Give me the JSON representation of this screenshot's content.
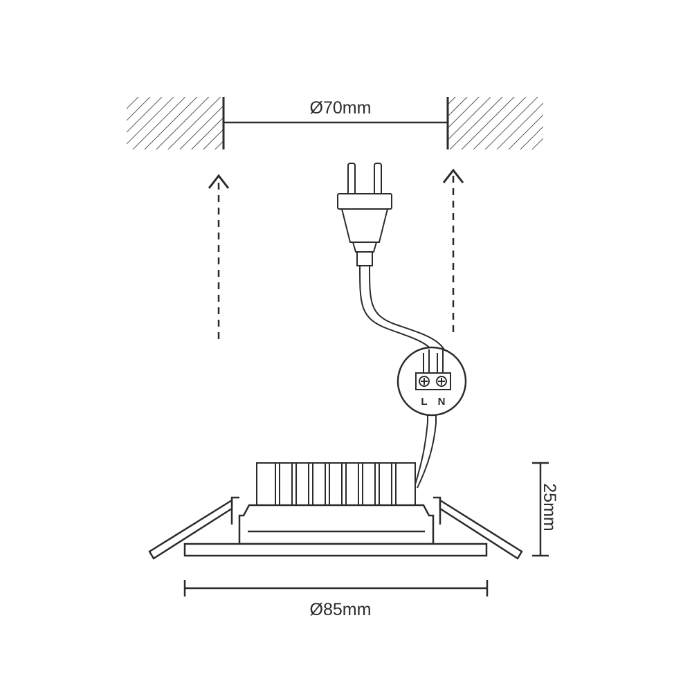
{
  "dimensions": {
    "cutout_diameter": "Ø70mm",
    "outer_diameter": "Ø85mm",
    "height": "25mm"
  },
  "terminal": {
    "live": "L",
    "neutral": "N"
  },
  "colors": {
    "line": "#2b2b2b",
    "background": "#ffffff"
  }
}
